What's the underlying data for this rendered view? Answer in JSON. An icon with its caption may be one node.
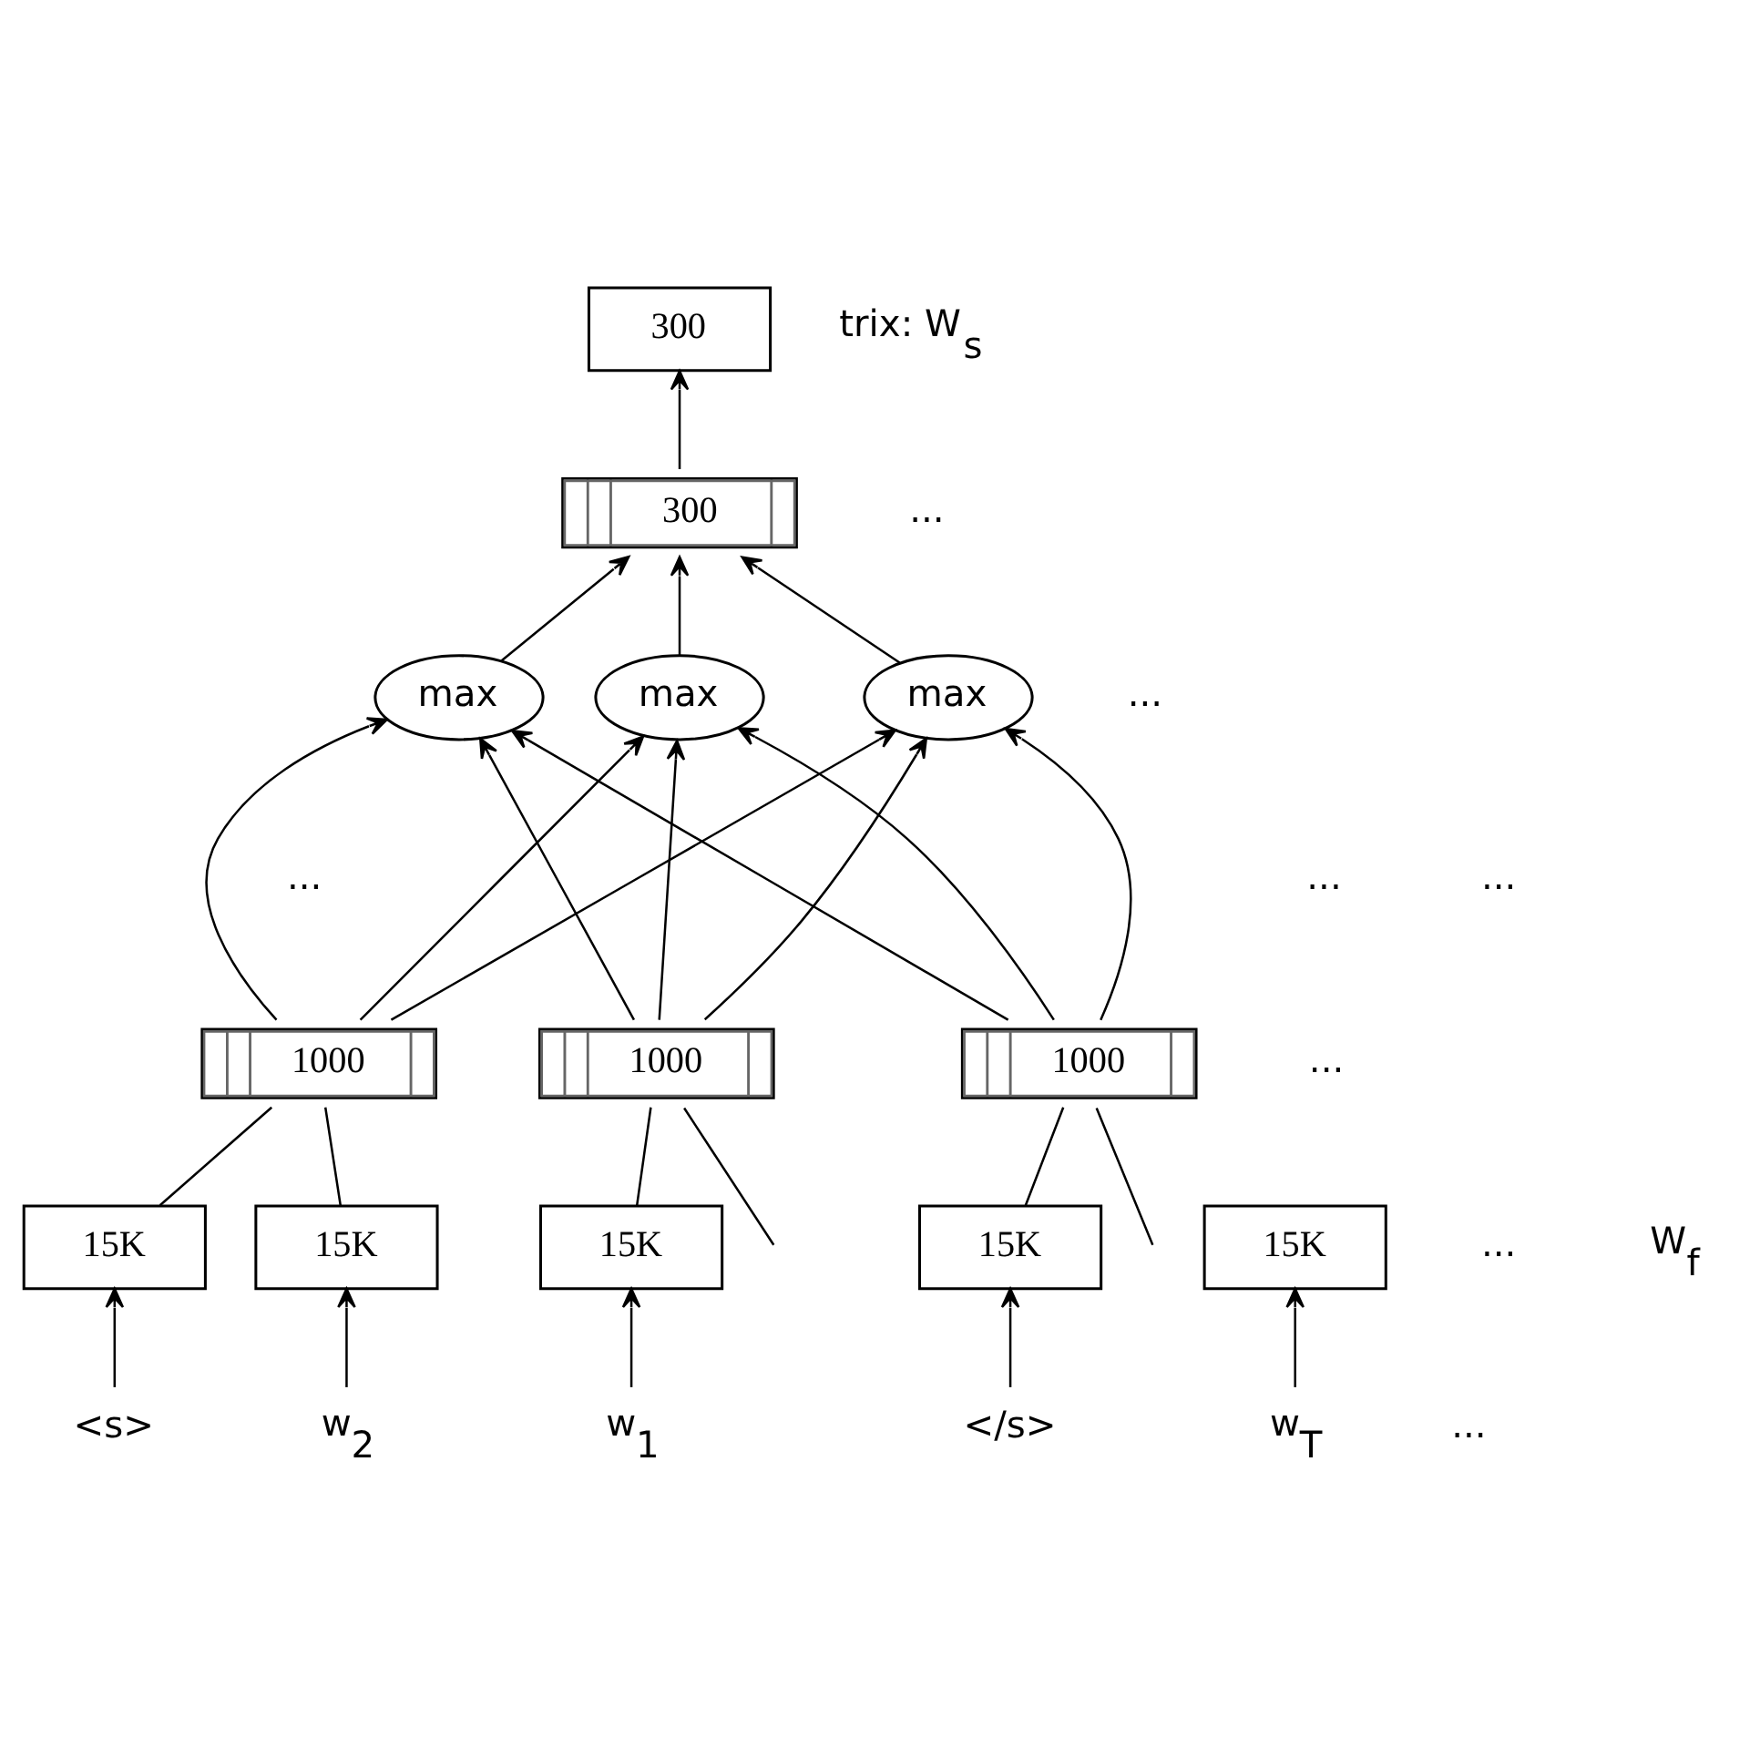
{
  "diagram": {
    "nodes": [
      {
        "text": [
          "300"
        ]
      },
      {
        "text": [
          "300"
        ]
      },
      {
        "text": [
          "max"
        ]
      },
      {
        "text": [
          "max"
        ]
      },
      {
        "text": [
          "max"
        ]
      },
      {
        "text": [
          "1000"
        ]
      },
      {
        "text": [
          "1000"
        ]
      },
      {
        "text": [
          "1000"
        ]
      },
      {
        "text": [
          "15K"
        ]
      },
      {
        "text": [
          "15K"
        ]
      },
      {
        "text": [
          "15K"
        ]
      },
      {
        "text": [
          "15K"
        ]
      },
      {
        "text": [
          "15K"
        ]
      },
      {
        "text": [
          "<s>"
        ]
      },
      {
        "text": [
          "w$_{1}$"
        ]
      },
      {
        "text": [
          "w$_{2}$"
        ]
      },
      {
        "text": [
          "w$_{T}$"
        ]
      },
      {
        "text": [
          "</s>"
        ]
      }
    ],
    "edges": [
      {
        "from": 1,
        "to": 0,
        "arrow": "to"
      },
      {
        "from": 2,
        "to": 1,
        "arrow": "to"
      },
      {
        "from": 3,
        "to": 1,
        "arrow": "to"
      },
      {
        "from": 4,
        "to": 1,
        "arrow": "to"
      },
      {
        "from": 5,
        "to": 2,
        "arrow": "to"
      },
      {
        "from": 6,
        "to": 2,
        "arrow": "to"
      },
      {
        "from": 7,
        "to": 2,
        "arrow": "to"
      },
      {
        "from": 5,
        "to": 3,
        "arrow": "to"
      },
      {
        "from": 6,
        "to": 3,
        "arrow": "to"
      },
      {
        "from": 7,
        "to": 3,
        "arrow": "to"
      },
      {
        "from": 5,
        "to": 4,
        "arrow": "to"
      },
      {
        "from": 6,
        "to": 4,
        "arrow": "to"
      },
      {
        "from": 7,
        "to": 4,
        "arrow": "to"
      },
      {
        "from": 5,
        "to": 8,
        "arrow": "none"
      },
      {
        "from": 5,
        "to": 10,
        "arrow": "none"
      },
      {
        "from": 6,
        "to": 9,
        "arrow": "none"
      },
      {
        "from": 6,
        "to": null,
        "arrow": "none"
      },
      {
        "from": 7,
        "to": null,
        "arrow": "none"
      },
      {
        "from": 7,
        "to": 12,
        "arrow": "none"
      },
      {
        "from": 13,
        "to": 8,
        "arrow": "to"
      },
      {
        "from": 14,
        "to": 9,
        "arrow": "to"
      },
      {
        "from": 15,
        "to": 10,
        "arrow": "to"
      },
      {
        "from": 16,
        "to": 11,
        "arrow": "to"
      },
      {
        "from": 17,
        "to": 12,
        "arrow": "to"
      }
    ],
    "labels": [
      "trix: W$_{s}$",
      "...",
      "...",
      "...",
      "...",
      "...",
      "...",
      "...",
      "W$_{f}$",
      "..."
    ]
  }
}
